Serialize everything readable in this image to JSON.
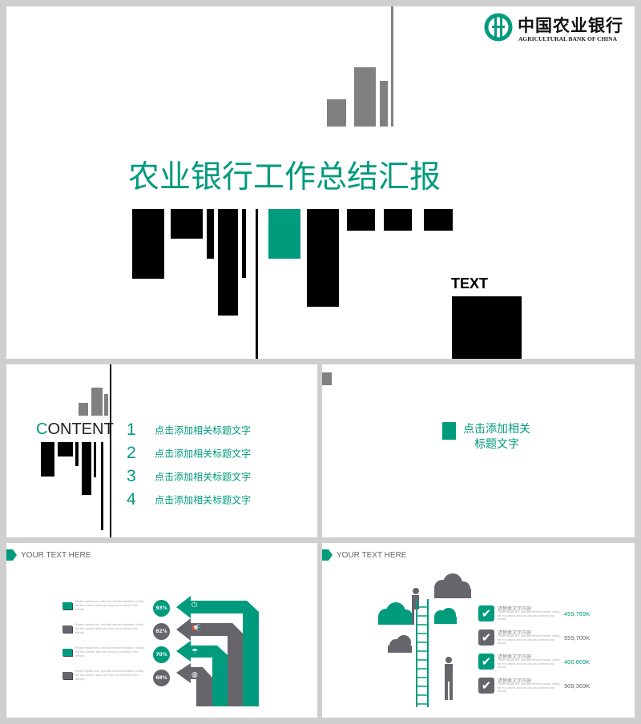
{
  "colors": {
    "accent": "#009b7d",
    "gray": "#66656b",
    "black": "#000000"
  },
  "cover": {
    "logo_cn": "中国农业银行",
    "logo_en": "AGRICULTURAL BANK OF CHINA",
    "title": "农业银行工作总结汇报",
    "text_label": "TEXT"
  },
  "contents": {
    "heading_c": "C",
    "heading_rest": "ONTENT",
    "items": [
      {
        "num": "1",
        "label": "点击添加相关标题文字"
      },
      {
        "num": "2",
        "label": "点击添加相关标题文字"
      },
      {
        "num": "3",
        "label": "点击添加相关标题文字"
      },
      {
        "num": "4",
        "label": "点击添加相关标题文字"
      }
    ]
  },
  "section": {
    "line1": "点击添加相关",
    "line2": "标题文字"
  },
  "slide4": {
    "header": "YOUR TEXT HERE",
    "desc": "Please replace text, click add relevant headline, modify the text content, also can copy your content to this directly.",
    "items": [
      {
        "percent": "93%",
        "icon": "power-icon",
        "color": "#009b7d"
      },
      {
        "percent": "82%",
        "icon": "megaphone-icon",
        "color": "#66656b"
      },
      {
        "percent": "70%",
        "icon": "umbrella-icon",
        "color": "#009b7d"
      },
      {
        "percent": "68%",
        "icon": "coin-icon",
        "color": "#66656b"
      }
    ]
  },
  "slide5": {
    "header": "YOUR TEXT HERE",
    "items": [
      {
        "title": "请替换文字内容",
        "desc": "Please replace text, click add relevant headline, modify the text content, also can copy your content to this directly.",
        "value": "459,769K",
        "color": "#009b7d"
      },
      {
        "title": "请替换文字内容",
        "desc": "Please replace text, click add relevant headline, modify the text content, also can copy your content to this directly.",
        "value": "559,700K",
        "color": "#66656b"
      },
      {
        "title": "请替换文字内容",
        "desc": "Please replace text, click add relevant headline, modify the text content, also can copy your content to this directly.",
        "value": "400,809K",
        "color": "#009b7d"
      },
      {
        "title": "请替换文字内容",
        "desc": "Please replace text, click add relevant headline, modify the text content, also can copy your content to this directly.",
        "value": "909,369K",
        "color": "#66656b"
      }
    ]
  }
}
